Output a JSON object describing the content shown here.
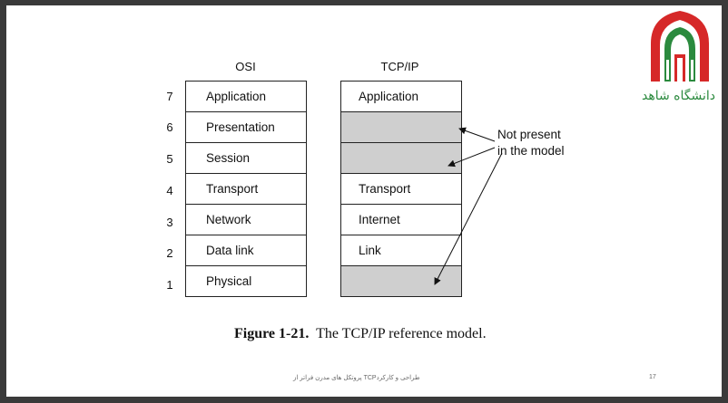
{
  "figure": {
    "osi_title": "OSI",
    "tcp_title": "TCP/IP",
    "rows": [
      {
        "num": "7",
        "osi": "Application",
        "tcp": "Application",
        "tcp_present": true
      },
      {
        "num": "6",
        "osi": "Presentation",
        "tcp": "",
        "tcp_present": false
      },
      {
        "num": "5",
        "osi": "Session",
        "tcp": "",
        "tcp_present": false
      },
      {
        "num": "4",
        "osi": "Transport",
        "tcp": "Transport",
        "tcp_present": true
      },
      {
        "num": "3",
        "osi": "Network",
        "tcp": "Internet",
        "tcp_present": true
      },
      {
        "num": "2",
        "osi": "Data link",
        "tcp": "Link",
        "tcp_present": true
      },
      {
        "num": "1",
        "osi": "Physical",
        "tcp": "",
        "tcp_present": false
      }
    ],
    "note_line1": "Not present",
    "note_line2": "in the model",
    "caption_bold": "Figure 1-21.",
    "caption_text": "The TCP/IP reference model."
  },
  "footer": {
    "text": "پروتکل های مدرن فراتر از TCPطراحی و کارکرد",
    "page_number": "17"
  },
  "logo": {
    "text": "دانشگاه شاهد",
    "colors": {
      "red": "#d62828",
      "green": "#2b8a3e"
    }
  }
}
